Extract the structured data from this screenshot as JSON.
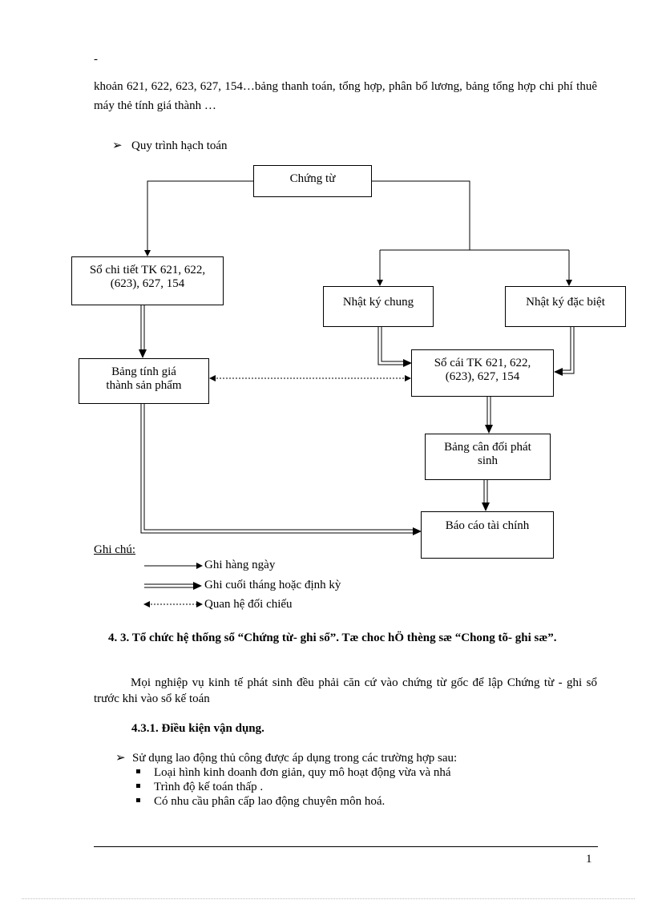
{
  "top_dash": "-",
  "intro_text": "khoản 621, 622, 623, 627, 154…bảng thanh toán, tổng hợp, phân bổ lương, bảng tổng hợp chi phí thuê máy thẻ tính giá thành …",
  "process_heading": "Quy trình hạch toán",
  "diagram": {
    "chung_tu": "Chứng từ",
    "so_chi_tiet": "Sổ chi tiết TK 621, 622, (623), 627, 154",
    "nhat_ky_chung": "Nhật ký chung",
    "nhat_ky_dac_biet": "Nhật ký đặc biệt",
    "bang_tinh_gia": "Bảng tính giá thành sản phẩm",
    "so_cai": "Sổ cái TK 621, 622, (623), 627, 154",
    "bang_can_doi": "Bảng cân đối phát sinh",
    "bao_cao": "Báo cáo tài  chính"
  },
  "legend": {
    "title": "Ghi chú:",
    "items": [
      "Ghi hàng ngày",
      "Ghi cuối tháng hoặc định kỳ",
      "Quan hệ đối chiếu"
    ]
  },
  "section_title": "4. 3. Tổ chức hệ thống sổ “Chứng từ- ghi sổ”.   Tæ   choc   hÖ   thèng   sæ “Chong tõ- ghi sæ”.",
  "section_para": "Mọi nghiệp vụ kinh tế phát sinh đều phải căn cứ vào chứng từ gốc để lập Chứng từ  - ghi sổ trước khi vào sổ kế toán",
  "subsection_title": "4.3.1. Điều kiện vận dụng.",
  "usage_lead": "Sử dụng lao động thủ công được áp dụng trong các trường hợp sau:",
  "usage_items": [
    "Loại hình kinh doanh đơn giản, quy mô hoạt động vừa và nhá",
    "Trình độ kế toán thấp .",
    "Có nhu cầu phân cấp lao động chuyên môn hoá."
  ],
  "page_number": "1"
}
